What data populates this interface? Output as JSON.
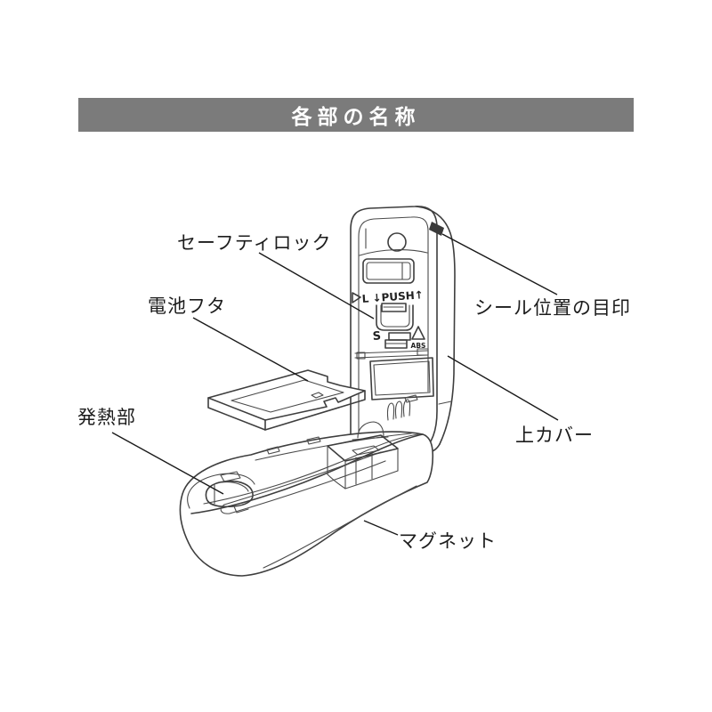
{
  "header": {
    "title": "各部の名称",
    "bg_color": "#7b7b7b",
    "text_color": "#ffffff"
  },
  "diagram": {
    "line_color": "#3e3e3e",
    "leader_color": "#1a1a1a",
    "labels": {
      "safety_lock": "セーフティロック",
      "battery_cover": "電池フタ",
      "heating_part": "発熱部",
      "seal_position_mark": "シール位置の目印",
      "top_cover": "上カバー",
      "magnet": "マグネット"
    },
    "markings": {
      "push_label": "L ↓PUSH↑",
      "s_label": "S",
      "abs_label": "ABS"
    }
  }
}
